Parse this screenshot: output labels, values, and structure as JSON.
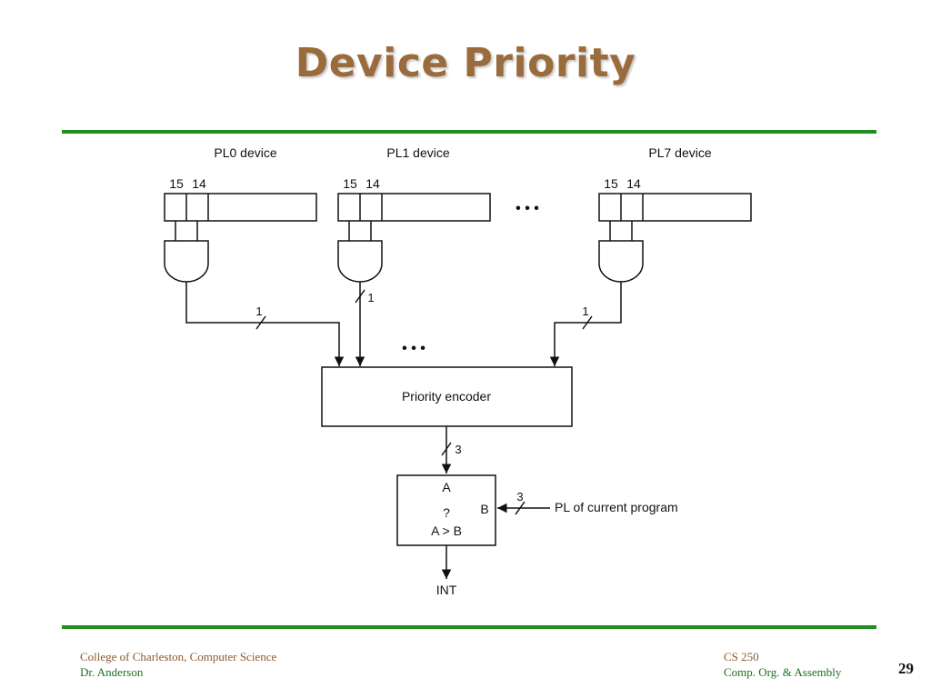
{
  "slide": {
    "title": "Device Priority",
    "page_number": "29",
    "colors": {
      "title": "#9a6b3c",
      "rule": "#1e8c1e",
      "footer_brown": "#8b5a2b",
      "footer_green": "#1e6e1e"
    }
  },
  "footer": {
    "left_line1": "College of Charleston, Computer Science",
    "left_line2": "Dr. Anderson",
    "right_line1": "CS 250",
    "right_line2": "Comp. Org. & Assembly"
  },
  "diagram": {
    "devices": [
      {
        "label": "PL0 device",
        "bit_hi": "15",
        "bit_lo": "14",
        "bus_width": "1"
      },
      {
        "label": "PL1 device",
        "bit_hi": "15",
        "bit_lo": "14",
        "bus_width": "1"
      },
      {
        "label": "PL7 device",
        "bit_hi": "15",
        "bit_lo": "14",
        "bus_width": "1"
      }
    ],
    "ellipsis_top": "• • •",
    "ellipsis_mid": "• • •",
    "encoder_label": "Priority encoder",
    "encoder_out_width": "3",
    "comparator": {
      "input_a": "A",
      "input_b": "B",
      "question": "?",
      "expression": "A > B",
      "b_width": "3",
      "b_source": "PL of current program"
    },
    "output_label": "INT"
  }
}
